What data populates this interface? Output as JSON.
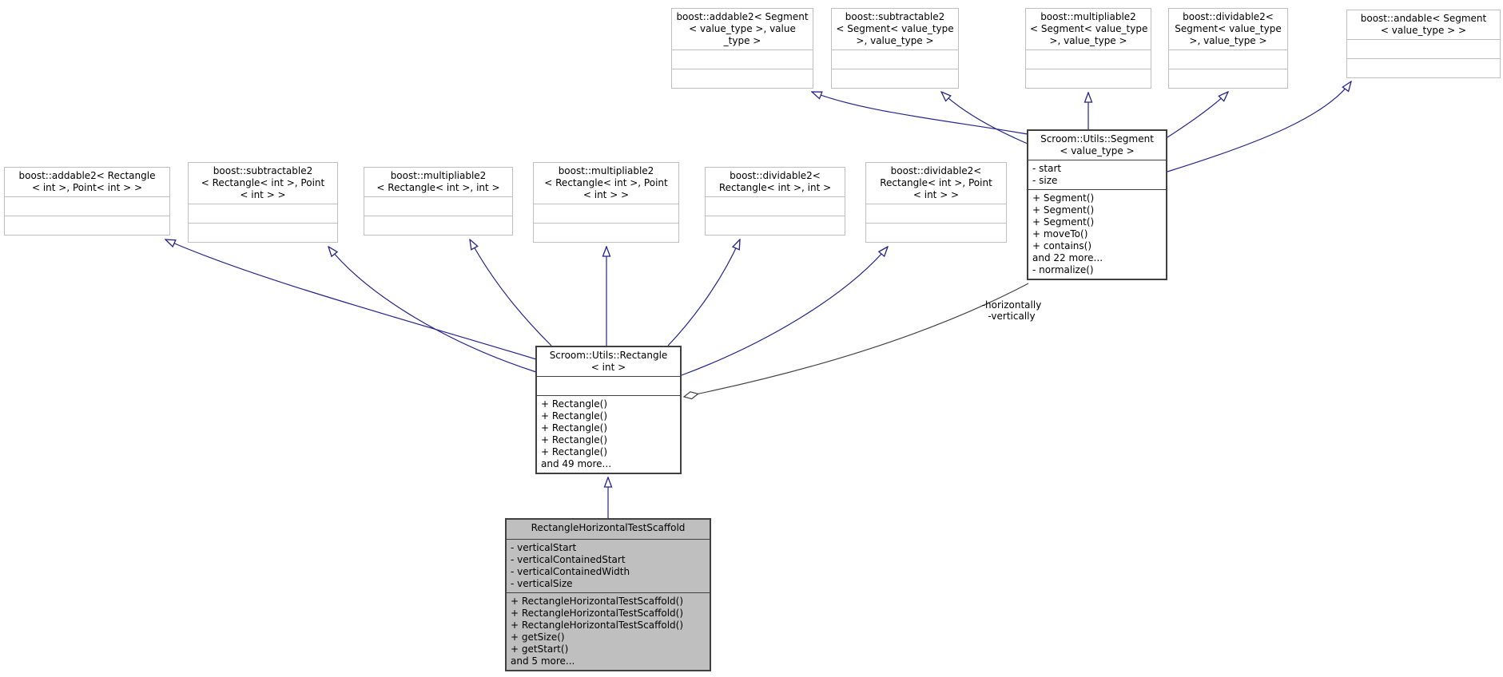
{
  "diagram": {
    "type": "uml-class-diagram",
    "colors": {
      "inheritance_edge": "#23238c",
      "aggregation_edge": "#404040",
      "main_class_border": "#404040",
      "remote_class_border": "#bfbfbf",
      "current_class_fill": "#bfbfbf",
      "background": "#ffffff"
    },
    "aggregation_label": {
      "lines": [
        "-horizontally",
        "-vertically"
      ]
    }
  },
  "classes": [
    {
      "id": "addable2-segment",
      "title_lines": [
        "boost::addable2< Segment",
        "< value_type >, value",
        "_type >"
      ],
      "attributes": [],
      "methods": []
    },
    {
      "id": "subtractable2-segment",
      "title_lines": [
        "boost::subtractable2",
        "< Segment< value_type",
        ">, value_type >"
      ],
      "attributes": [],
      "methods": []
    },
    {
      "id": "multipliable2-segment",
      "title_lines": [
        "boost::multipliable2",
        "< Segment< value_type",
        ">, value_type >"
      ],
      "attributes": [],
      "methods": []
    },
    {
      "id": "dividable2-segment",
      "title_lines": [
        "boost::dividable2<",
        "Segment< value_type",
        ">, value_type >"
      ],
      "attributes": [],
      "methods": []
    },
    {
      "id": "andable-segment",
      "title_lines": [
        "boost::andable< Segment",
        "< value_type > >"
      ],
      "attributes": [],
      "methods": []
    },
    {
      "id": "segment",
      "title_lines": [
        "Scroom::Utils::Segment",
        "< value_type >"
      ],
      "attributes": [
        "- start",
        "- size"
      ],
      "methods": [
        "+ Segment()",
        "+ Segment()",
        "+ Segment()",
        "+ moveTo()",
        "+ contains()",
        "and 22 more...",
        "- normalize()"
      ]
    },
    {
      "id": "addable2-rectangle",
      "title_lines": [
        "boost::addable2< Rectangle",
        "< int >, Point< int > >"
      ],
      "attributes": [],
      "methods": []
    },
    {
      "id": "subtractable2-rectangle",
      "title_lines": [
        "boost::subtractable2",
        "< Rectangle< int >, Point",
        "< int > >"
      ],
      "attributes": [],
      "methods": []
    },
    {
      "id": "multipliable2-rectangle-int",
      "title_lines": [
        "boost::multipliable2",
        "< Rectangle< int >, int >"
      ],
      "attributes": [],
      "methods": []
    },
    {
      "id": "multipliable2-rectangle-point",
      "title_lines": [
        "boost::multipliable2",
        "< Rectangle< int >, Point",
        "< int > >"
      ],
      "attributes": [],
      "methods": []
    },
    {
      "id": "dividable2-rectangle-int",
      "title_lines": [
        "boost::dividable2<",
        "Rectangle< int >, int >"
      ],
      "attributes": [],
      "methods": []
    },
    {
      "id": "dividable2-rectangle-point",
      "title_lines": [
        "boost::dividable2<",
        "Rectangle< int >, Point",
        "< int > >"
      ],
      "attributes": [],
      "methods": []
    },
    {
      "id": "rectangle",
      "title_lines": [
        "Scroom::Utils::Rectangle",
        "< int >"
      ],
      "attributes": [],
      "methods": [
        "+ Rectangle()",
        "+ Rectangle()",
        "+ Rectangle()",
        "+ Rectangle()",
        "+ Rectangle()",
        "and 49 more..."
      ]
    },
    {
      "id": "scaffold",
      "title_lines": [
        "RectangleHorizontalTestScaffold"
      ],
      "attributes": [
        "- verticalStart",
        "- verticalContainedStart",
        "- verticalContainedWidth",
        "- verticalSize"
      ],
      "methods": [
        "+ RectangleHorizontalTestScaffold()",
        "+ RectangleHorizontalTestScaffold()",
        "+ RectangleHorizontalTestScaffold()",
        "+ getSize()",
        "+ getStart()",
        "and 5 more..."
      ]
    }
  ]
}
